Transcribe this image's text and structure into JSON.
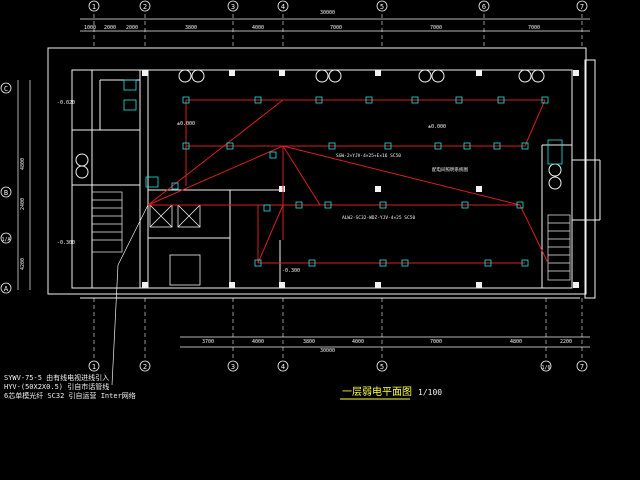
{
  "colors": {
    "background": "#000000",
    "wall": "#f2f2f2",
    "cable": "#d81e1e",
    "device": "#21e6e6",
    "title": "#ffff3a"
  },
  "grid_top": [
    "1",
    "2",
    "3",
    "4",
    "5",
    "6",
    "7"
  ],
  "grid_bottom": [
    "1",
    "2",
    "3",
    "4",
    "5",
    "1/6",
    "7"
  ],
  "grid_left": [
    "C",
    "B",
    "1/A",
    "A"
  ],
  "top_dims": [
    "1000",
    "2000",
    "2000",
    "3800",
    "4000",
    "7000",
    "7000",
    "7000"
  ],
  "top_total": "30000",
  "bottom_dims": [
    "3700",
    "4000",
    "3800",
    "4000",
    "7000",
    "4800",
    "2200"
  ],
  "bottom_total": "30000",
  "left_dims": [
    "4800",
    "2400",
    "4200"
  ],
  "levels": [
    "-0.020",
    "±0.000",
    "±0.000",
    "-0.300",
    "-0.300"
  ],
  "cable_notes": [
    "SGW-2×YJV-4×25+E×16 SC50",
    "ALW2-SC32-WDZ-YJV-4×25 SC50"
  ],
  "room_tag": "配电间照明系统图",
  "legend": [
    "SYWV-75-5  由有线电视进线引入",
    "HYV-(50X2X0.5) 引自市话管线",
    "6芯单模光纤  SC32 引自运营 Inter网络"
  ],
  "title": "一层弱电平面图",
  "scale": "1/100"
}
